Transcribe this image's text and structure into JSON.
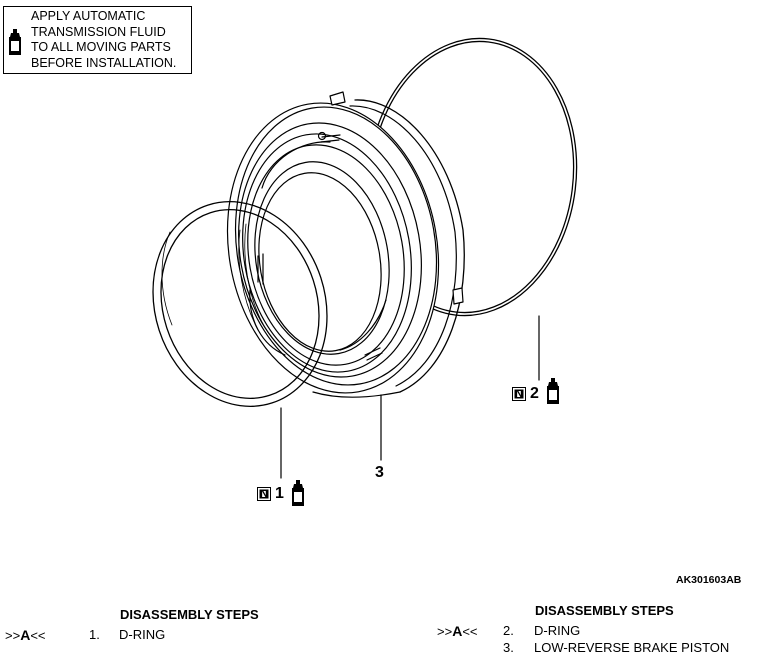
{
  "note": {
    "text": "APPLY AUTOMATIC\nTRANSMISSION FLUID\nTO ALL MOVING PARTS\nBEFORE INSTALLATION."
  },
  "callouts": [
    {
      "badge": "N",
      "number": "1"
    },
    {
      "badge": "N",
      "number": "2"
    },
    {
      "number": "3"
    }
  ],
  "figure_id": "AK301603AB",
  "steps_left": {
    "title": "DISASSEMBLY STEPS",
    "items": [
      {
        "ref_prefix": ">>",
        "ref_letter": "A",
        "ref_suffix": "<<",
        "number": "1.",
        "label": "D-RING"
      }
    ]
  },
  "steps_right": {
    "title": "DISASSEMBLY STEPS",
    "items": [
      {
        "ref_prefix": ">>",
        "ref_letter": "A",
        "ref_suffix": "<<",
        "number": "2.",
        "label": "D-RING"
      },
      {
        "ref_prefix": "",
        "ref_letter": "",
        "ref_suffix": "",
        "number": "3.",
        "label": "LOW-REVERSE BRAKE PISTON"
      }
    ]
  },
  "icons": {
    "fluid": "atf-bottle-icon",
    "new_part": "new-part-icon"
  }
}
